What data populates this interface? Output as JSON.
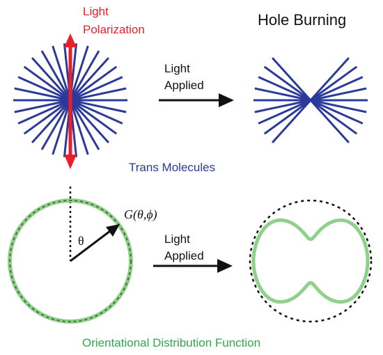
{
  "colors": {
    "polarization": "#e8202a",
    "molecules": "#2b3a9a",
    "distribution": "#8fd18a",
    "distribution_dash": "#4a6a3a",
    "text": "#111111"
  },
  "top": {
    "polarization_label_line1": "Light",
    "polarization_label_line2": "Polarization",
    "title": "Hole Burning",
    "arrow_label_line1": "Light",
    "arrow_label_line2": "Applied",
    "molecules_label": "Trans Molecules"
  },
  "bottom": {
    "function_label": "G(θ,ϕ)",
    "angle_label": "θ",
    "arrow_label_line1": "Light",
    "arrow_label_line2": "Applied",
    "caption": "Orientational Distribution Function"
  }
}
